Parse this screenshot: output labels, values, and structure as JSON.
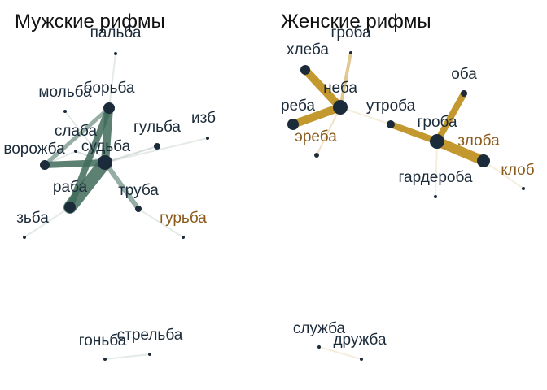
{
  "panels": [
    {
      "id": "left",
      "title": "Мужские рифмы",
      "edge_color": "#3f6b5b",
      "nodes": [
        {
          "id": "пальба",
          "label": "пальба",
          "size": 2,
          "label_color": "#1c2b3a"
        },
        {
          "id": "мольба",
          "label": "мольба",
          "size": 2,
          "label_color": "#1c2b3a"
        },
        {
          "id": "борьба",
          "label": "борьба",
          "size": 7,
          "label_color": "#1c2b3a"
        },
        {
          "id": "изб",
          "label": "изб",
          "size": 2,
          "label_color": "#1c2b3a"
        },
        {
          "id": "гульба",
          "label": "гульба",
          "size": 4,
          "label_color": "#1c2b3a"
        },
        {
          "id": "слаба",
          "label": "слаба",
          "size": 2,
          "label_color": "#1c2b3a"
        },
        {
          "id": "ворожба",
          "label": "ворожба",
          "size": 6,
          "label_color": "#1c2b3a"
        },
        {
          "id": "судьба",
          "label": "судьба",
          "size": 9,
          "label_color": "#1c2b3a"
        },
        {
          "id": "раба",
          "label": "раба",
          "size": 7,
          "label_color": "#1c2b3a"
        },
        {
          "id": "труба",
          "label": "труба",
          "size": 4,
          "label_color": "#1c2b3a"
        },
        {
          "id": "зьба",
          "label": "зьба",
          "size": 2,
          "label_color": "#1c2b3a"
        },
        {
          "id": "гурьба",
          "label": "гурьба",
          "size": 2,
          "label_color": "#8b5a1a"
        },
        {
          "id": "гоньба",
          "label": "гоньба",
          "size": 2,
          "label_color": "#1c2b3a"
        },
        {
          "id": "стрельба",
          "label": "стрельба",
          "size": 2,
          "label_color": "#1c2b3a"
        }
      ],
      "edges": [
        {
          "source": "судьба",
          "target": "раба",
          "weight": 16
        },
        {
          "source": "судьба",
          "target": "борьба",
          "weight": 10
        },
        {
          "source": "борьба",
          "target": "раба",
          "weight": 8
        },
        {
          "source": "судьба",
          "target": "ворожба",
          "weight": 8
        },
        {
          "source": "судьба",
          "target": "труба",
          "weight": 6
        },
        {
          "source": "борьба",
          "target": "ворожба",
          "weight": 5
        },
        {
          "source": "судьба",
          "target": "гульба",
          "weight": 2
        },
        {
          "source": "судьба",
          "target": "слаба",
          "weight": 2
        },
        {
          "source": "судьба",
          "target": "мольба",
          "weight": 1.5
        },
        {
          "source": "судьба",
          "target": "изб",
          "weight": 1.5
        },
        {
          "source": "борьба",
          "target": "пальба",
          "weight": 1.5
        },
        {
          "source": "раба",
          "target": "зьба",
          "weight": 1.5
        },
        {
          "source": "труба",
          "target": "гурьба",
          "weight": 1.5
        },
        {
          "source": "ворожба",
          "target": "слаба",
          "weight": 1.5
        },
        {
          "source": "гоньба",
          "target": "стрельба",
          "weight": 1.5
        }
      ]
    },
    {
      "id": "right",
      "title": "Женские рифмы",
      "edge_color": "#b8860b",
      "nodes": [
        {
          "id": "хлеба",
          "label": "хлеба",
          "size": 6,
          "label_color": "#1c2b3a"
        },
        {
          "id": "гроба_top",
          "label": "гроба",
          "size": 2,
          "label_color": "#1c2b3a"
        },
        {
          "id": "небa",
          "label": "неба",
          "size": 9,
          "label_color": "#1c2b3a"
        },
        {
          "id": "реба",
          "label": "реба",
          "size": 7,
          "label_color": "#1c2b3a"
        },
        {
          "id": "эреба",
          "label": "эреба",
          "size": 3,
          "label_color": "#8b5a1a"
        },
        {
          "id": "утроба",
          "label": "утроба",
          "size": 5,
          "label_color": "#1c2b3a"
        },
        {
          "id": "оба",
          "label": "оба",
          "size": 4,
          "label_color": "#1c2b3a"
        },
        {
          "id": "гроба",
          "label": "гроба",
          "size": 9,
          "label_color": "#1c2b3a"
        },
        {
          "id": "злоба",
          "label": "злоба",
          "size": 8,
          "label_color": "#8b5a1a"
        },
        {
          "id": "клоб",
          "label": "клоб",
          "size": 2,
          "label_color": "#8b5a1a"
        },
        {
          "id": "гардероба",
          "label": "гардероба",
          "size": 2,
          "label_color": "#1c2b3a"
        },
        {
          "id": "служба",
          "label": "служба",
          "size": 2,
          "label_color": "#1c2b3a"
        },
        {
          "id": "дружба",
          "label": "дружба",
          "size": 2,
          "label_color": "#1c2b3a"
        }
      ],
      "edges": [
        {
          "source": "небa",
          "target": "хлеба",
          "weight": 10
        },
        {
          "source": "небa",
          "target": "реба",
          "weight": 10
        },
        {
          "source": "гроба",
          "target": "злоба",
          "weight": 12
        },
        {
          "source": "утроба",
          "target": "гроба",
          "weight": 8
        },
        {
          "source": "гроба",
          "target": "оба",
          "weight": 8
        },
        {
          "source": "небa",
          "target": "гроба_top",
          "weight": 4
        },
        {
          "source": "небa",
          "target": "эреба",
          "weight": 2
        },
        {
          "source": "небa",
          "target": "утроба",
          "weight": 1.5
        },
        {
          "source": "гроба",
          "target": "гардероба",
          "weight": 1.5
        },
        {
          "source": "злоба",
          "target": "клоб",
          "weight": 1.5
        },
        {
          "source": "служба",
          "target": "дружба",
          "weight": 1.5
        }
      ]
    }
  ]
}
